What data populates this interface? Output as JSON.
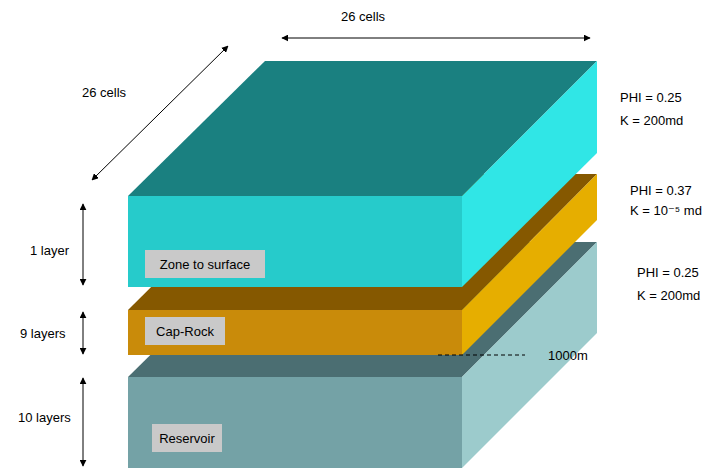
{
  "diagram": {
    "nodes": [
      {
        "text": [
          "Zone to surface"
        ]
      },
      {
        "text": [
          "Cap-Rock"
        ]
      },
      {
        "text": [
          "Reservoir"
        ]
      }
    ],
    "labels": [
      "26 cells",
      "26 cells",
      "1 layer",
      "9 layers",
      "10 layers",
      "PHI = 0.25",
      "K = 200md",
      "PHI = 0.37",
      "K = 10⁻⁵ md",
      "PHI = 0.25",
      "K = 200md",
      "1000m"
    ]
  }
}
